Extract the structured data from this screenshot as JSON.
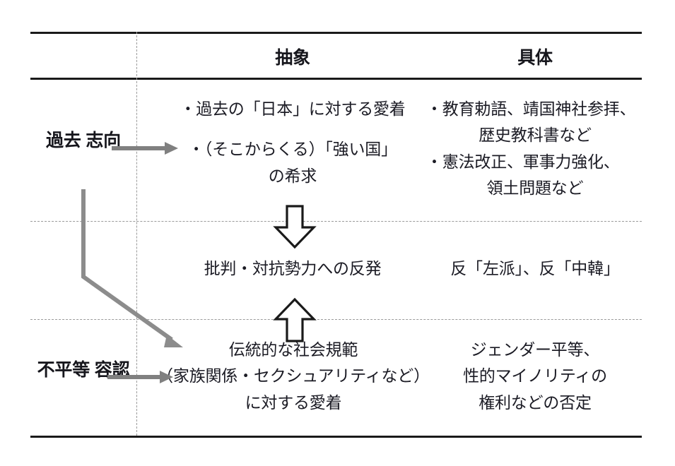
{
  "figure": {
    "type": "matrix-diagram",
    "columns": [
      {
        "id": "abstract",
        "label": "抽象"
      },
      {
        "id": "concrete",
        "label": "具体"
      }
    ],
    "row_labels": [
      {
        "id": "past-oriented",
        "line1": "過去",
        "line2": "志向"
      },
      {
        "id": "inequality-tolerance",
        "line1": "不平等",
        "line2": "容認"
      }
    ],
    "cells": {
      "row1_abstract": {
        "lines": [
          "・過去の「日本」に対する愛着",
          "",
          "・（そこからくる）「強い国」",
          "の希求"
        ]
      },
      "row1_concrete": {
        "lines": [
          "・教育勅語、靖国神社参拝、",
          "歴史教科書など",
          "・憲法改正、軍事力強化、",
          "領土問題など"
        ]
      },
      "row2_abstract": {
        "lines": [
          "批判・対抗勢力への反発"
        ]
      },
      "row2_concrete": {
        "lines": [
          "反「左派」、反「中韓」"
        ]
      },
      "row3_abstract": {
        "lines": [
          "伝統的な社会規範",
          "（家族関係・セクシュアリティなど）",
          "に対する愛着"
        ]
      },
      "row3_concrete": {
        "lines": [
          "ジェンダー平等、",
          "性的マイノリティの",
          "権利などの否定"
        ]
      }
    },
    "connectors": [
      {
        "id": "past-to-abstract",
        "kind": "gray-arrow",
        "direction": "right"
      },
      {
        "id": "past-to-traditional",
        "kind": "gray-elbow-arrow",
        "direction": "down-right"
      },
      {
        "id": "inequality-to-abstract",
        "kind": "gray-arrow",
        "direction": "right"
      },
      {
        "id": "row1-to-row2",
        "kind": "hollow-arrow",
        "direction": "down"
      },
      {
        "id": "row3-to-row2",
        "kind": "hollow-arrow",
        "direction": "up"
      }
    ],
    "colors": {
      "rule": "#1a1a1a",
      "dashed": "#9a9a9a",
      "gray_arrow": "#808080",
      "hollow_arrow_stroke": "#1a1a1a",
      "hollow_arrow_fill": "#ffffff",
      "text": "#1b1b24",
      "background": "#ffffff"
    }
  }
}
